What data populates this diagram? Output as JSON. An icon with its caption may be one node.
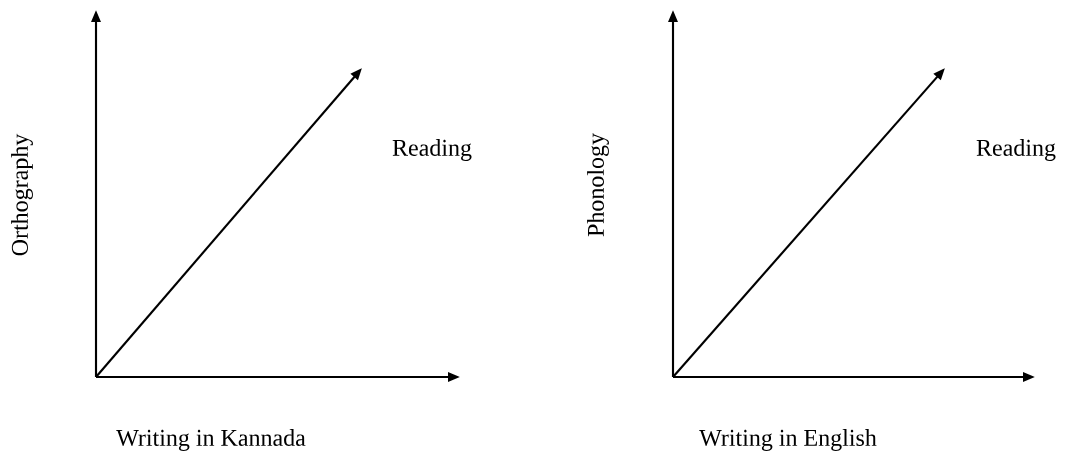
{
  "diagram": {
    "labels": [
      "Orthography",
      "Reading",
      "Writing in Kannada",
      "Phonology",
      "Reading",
      "Writing in English"
    ]
  }
}
